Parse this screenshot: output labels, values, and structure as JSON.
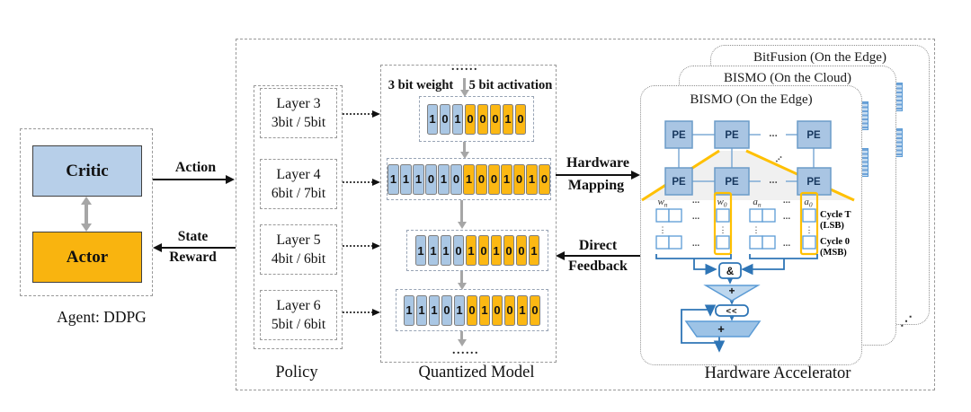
{
  "agent": {
    "critic_label": "Critic",
    "actor_label": "Actor",
    "caption": "Agent: DDPG"
  },
  "flow": {
    "action": "Action",
    "state": "State",
    "reward": "Reward",
    "hardware_mapping_line1": "Hardware",
    "hardware_mapping_line2": "Mapping",
    "feedback_line1": "Direct",
    "feedback_line2": "Feedback"
  },
  "policy": {
    "label": "Policy",
    "layers": [
      {
        "name": "Layer 3",
        "bits": "3bit / 5bit"
      },
      {
        "name": "Layer 4",
        "bits": "6bit / 7bit"
      },
      {
        "name": "Layer 5",
        "bits": "4bit / 6bit"
      },
      {
        "name": "Layer 6",
        "bits": "5bit / 6bit"
      }
    ]
  },
  "quantized": {
    "label": "Quantized Model",
    "top_dots": "......",
    "bottom_dots": "......",
    "weight_label": "3 bit weight",
    "activation_label": "5 bit activation",
    "rows": [
      {
        "weight_bits": "101",
        "activation_bits": "00010"
      },
      {
        "weight_bits": "111010",
        "activation_bits": "1001010"
      },
      {
        "weight_bits": "1110",
        "activation_bits": "101001"
      },
      {
        "weight_bits": "11101",
        "activation_bits": "010010"
      }
    ]
  },
  "hardware": {
    "label": "Hardware Accelerator",
    "cards": [
      {
        "title": "BitFusion (On the Edge)"
      },
      {
        "title": "BISMO (On the Cloud)"
      },
      {
        "title": "BISMO (On the Edge)"
      }
    ],
    "pe_label": "PE",
    "ellipsis": "...",
    "stack_ellipsis": "⋰",
    "columns": {
      "w_base": "w",
      "w_sub_n": "n",
      "w_sub_0": "0",
      "a_base": "a",
      "a_sub_n": "n",
      "a_sub_0": "0"
    },
    "cycles": {
      "cycle_t": "Cycle T",
      "lsb": "(LSB)",
      "cycle_0": "Cycle 0",
      "msb": "(MSB)"
    },
    "ops": {
      "and": "&",
      "add": "+",
      "shift": "<<",
      "accumulate": "+"
    }
  },
  "colors": {
    "weight_blue": "#aac7e4",
    "activation_orange": "#fcb813",
    "critic_blue": "#b7cfe9",
    "actor_orange": "#f9b40f",
    "pe_fill": "#a9c5e3",
    "line_blue": "#2e75b6",
    "connector_blue": "#7fabd6",
    "accent_yellow": "#ffc000",
    "arrow_gray": "#a6a6a6"
  }
}
